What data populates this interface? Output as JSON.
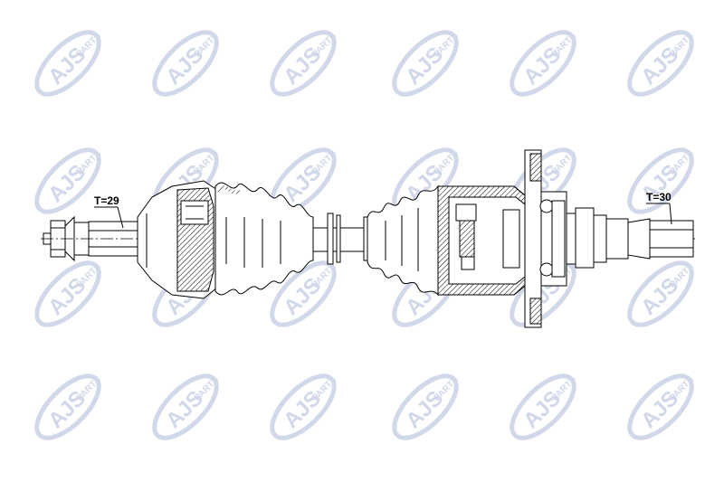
{
  "watermark": {
    "brand": "AJS",
    "suffix": "PARTS",
    "color": "#c9d2e6"
  },
  "labels": {
    "left_spline": "T=29",
    "right_spline": "T=30"
  },
  "colors": {
    "line": "#000000",
    "hatch": "#000000",
    "background": "#ffffff"
  }
}
